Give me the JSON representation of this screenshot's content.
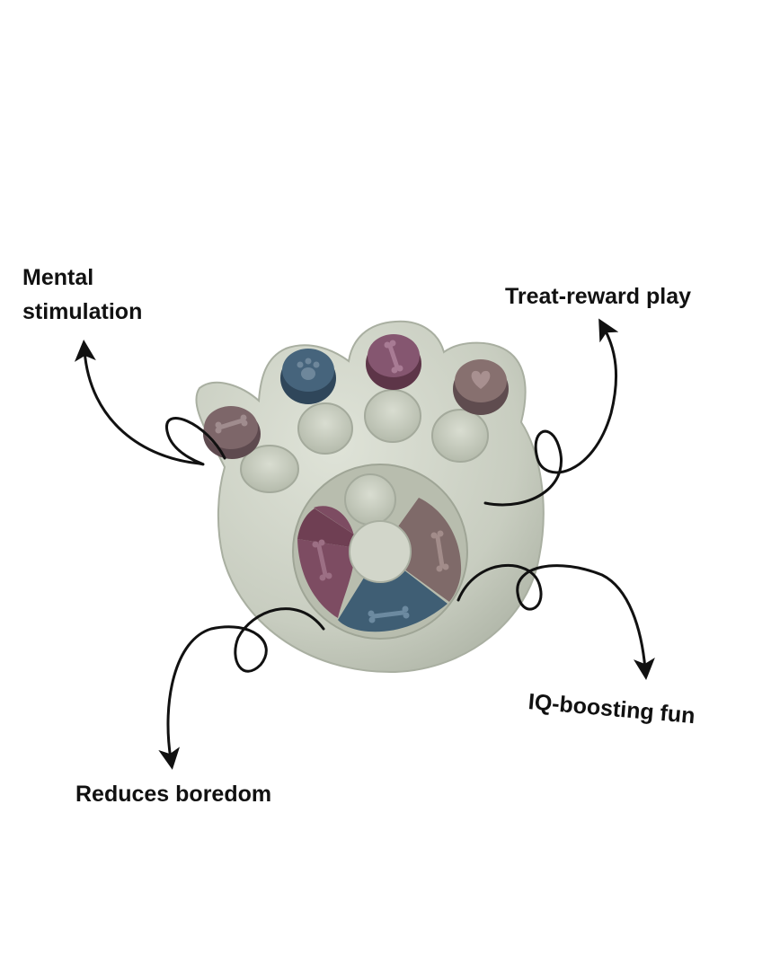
{
  "image": {
    "subject": "paw-puzzle-feeder",
    "colors": {
      "background": "#ffffff",
      "toy_body": "#c9cec1",
      "plum": "#7a4c5e",
      "blue": "#3f5e74",
      "mauve": "#7c6766",
      "text": "#111111"
    }
  },
  "features": {
    "mental_line1": "Mental",
    "mental_line2": "stimulation",
    "treat": "Treat-reward play",
    "iq": "IQ-boosting fun",
    "boredom": "Reduces boredom"
  }
}
